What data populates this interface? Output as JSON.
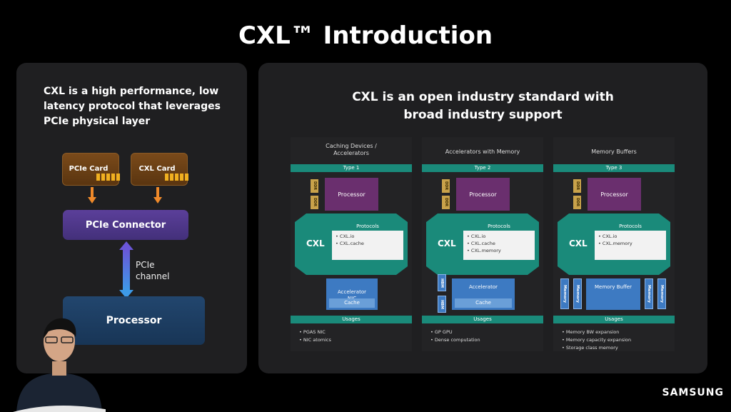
{
  "title": "CXL™ Introduction",
  "left_panel": {
    "heading": "CXL is a high performance,   low\nlatency protocol that leverages\nPCIe physical layer",
    "pcie_card": "PCIe Card",
    "cxl_card": "CXL Card",
    "connector": "PCIe Connector",
    "channel": "PCIe\nchannel",
    "processor": "Processor"
  },
  "right_panel": {
    "heading": "CXL is an open industry standard with\nbroad industry support",
    "columns": [
      {
        "title": "Caching Devices /\nAccelerators",
        "type": "Type 1",
        "processor": "Processor",
        "ddr": "DDR",
        "cxl": "CXL",
        "protocols_title": "Protocols",
        "protocols": [
          "• CXL.io",
          "• CXL.cache"
        ],
        "device": "Accelerator\nNIC",
        "device_sub": "Cache",
        "usages_title": "Usages",
        "usages": [
          "• PGAS NIC",
          "• NIC atomics"
        ]
      },
      {
        "title": "Accelerators with Memory",
        "type": "Type 2",
        "processor": "Processor",
        "ddr": "DDR",
        "cxl": "CXL",
        "protocols_title": "Protocols",
        "protocols": [
          "• CXL.io",
          "• CXL.cache",
          "• CXL.memory"
        ],
        "device": "Accelerator",
        "device_sub": "Cache",
        "hbm": "HBM",
        "usages_title": "Usages",
        "usages": [
          "• GP GPU",
          "• Dense computation"
        ]
      },
      {
        "title": "Memory Buffers",
        "type": "Type 3",
        "processor": "Processor",
        "ddr": "DDR",
        "cxl": "CXL",
        "protocols_title": "Protocols",
        "protocols": [
          "• CXL.io",
          "• CXL.memory"
        ],
        "device": "Memory Buffer",
        "memory": "Memory",
        "usages_title": "Usages",
        "usages": [
          "• Memory BW expansion",
          "• Memory capacity expansion",
          "• Storage class memory"
        ]
      }
    ]
  },
  "brand": "SAMSUNG",
  "colors": {
    "teal": "#1a8a7a",
    "purple": "#6a2f6e",
    "blue": "#3d7ac2",
    "gold": "#c9a24a"
  }
}
